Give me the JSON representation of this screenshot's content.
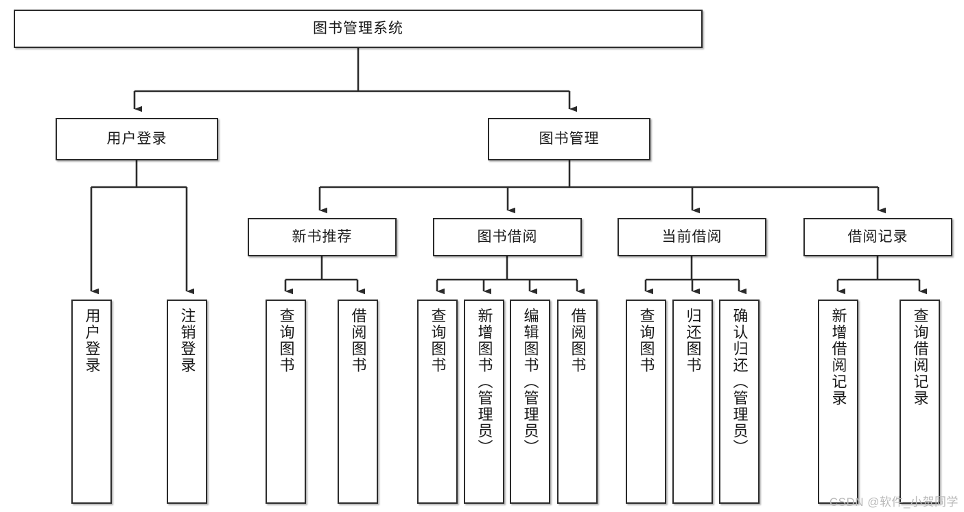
{
  "diagram": {
    "title": "图书管理系统",
    "type": "tree-hierarchy-chart",
    "root": {
      "label": "图书管理系统"
    },
    "level2": [
      {
        "label": "用户登录"
      },
      {
        "label": "图书管理"
      }
    ],
    "level3": [
      {
        "label": "新书推荐"
      },
      {
        "label": "图书借阅"
      },
      {
        "label": "当前借阅"
      },
      {
        "label": "借阅记录"
      }
    ],
    "leaves": {
      "user_login": [
        {
          "label": "用户登录"
        },
        {
          "label": "注销登录"
        }
      ],
      "new_book_recommend": [
        {
          "label": "查询图书"
        },
        {
          "label": "借阅图书"
        }
      ],
      "book_borrow": [
        {
          "label": "查询图书"
        },
        {
          "label": "新增图书（管理员）"
        },
        {
          "label": "编辑图书（管理员）"
        },
        {
          "label": "借阅图书"
        }
      ],
      "current_borrow": [
        {
          "label": "查询图书"
        },
        {
          "label": "归还图书"
        },
        {
          "label": "确认归还（管理员）"
        }
      ],
      "borrow_record": [
        {
          "label": "新增借阅记录"
        },
        {
          "label": "查询借阅记录"
        }
      ]
    }
  },
  "watermark": {
    "text": "CSDN @软件_小贺同学"
  },
  "colors": {
    "border": "#2b2b2b",
    "text": "#1a1a1a",
    "background": "#ffffff",
    "watermark": "#b9b9b9"
  }
}
